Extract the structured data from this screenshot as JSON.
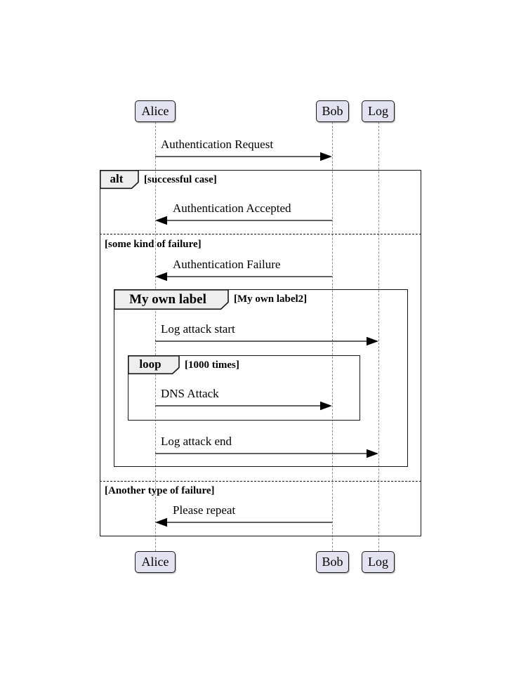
{
  "diagram": {
    "kind": "uml-sequence-diagram",
    "participants": [
      {
        "name": "Alice"
      },
      {
        "name": "Bob"
      },
      {
        "name": "Log"
      }
    ],
    "messages": [
      {
        "from": "Alice",
        "to": "Bob",
        "label": "Authentication Request"
      },
      {
        "from": "Bob",
        "to": "Alice",
        "label": "Authentication Accepted"
      },
      {
        "from": "Bob",
        "to": "Alice",
        "label": "Authentication Failure"
      },
      {
        "from": "Alice",
        "to": "Log",
        "label": "Log attack start"
      },
      {
        "from": "Alice",
        "to": "Bob",
        "label": "DNS Attack"
      },
      {
        "from": "Alice",
        "to": "Log",
        "label": "Log attack end"
      },
      {
        "from": "Bob",
        "to": "Alice",
        "label": "Please repeat"
      }
    ],
    "frames": {
      "alt": {
        "keyword": "alt",
        "section1": "[successful case]",
        "section2": "[some kind of failure]",
        "section3": "[Another type of failure]"
      },
      "group": {
        "keyword": "My own label",
        "condition": "[My own label2]"
      },
      "loop": {
        "keyword": "loop",
        "condition": "[1000 times]"
      }
    },
    "colors": {
      "participant_fill": "#E2E2F0",
      "participant_border": "#181818",
      "frame_border": "#151515",
      "label_fill": "#EEEEEE",
      "lifeline": "#8c8c8c",
      "text": "#000000",
      "background": "#FFFFFF"
    }
  }
}
